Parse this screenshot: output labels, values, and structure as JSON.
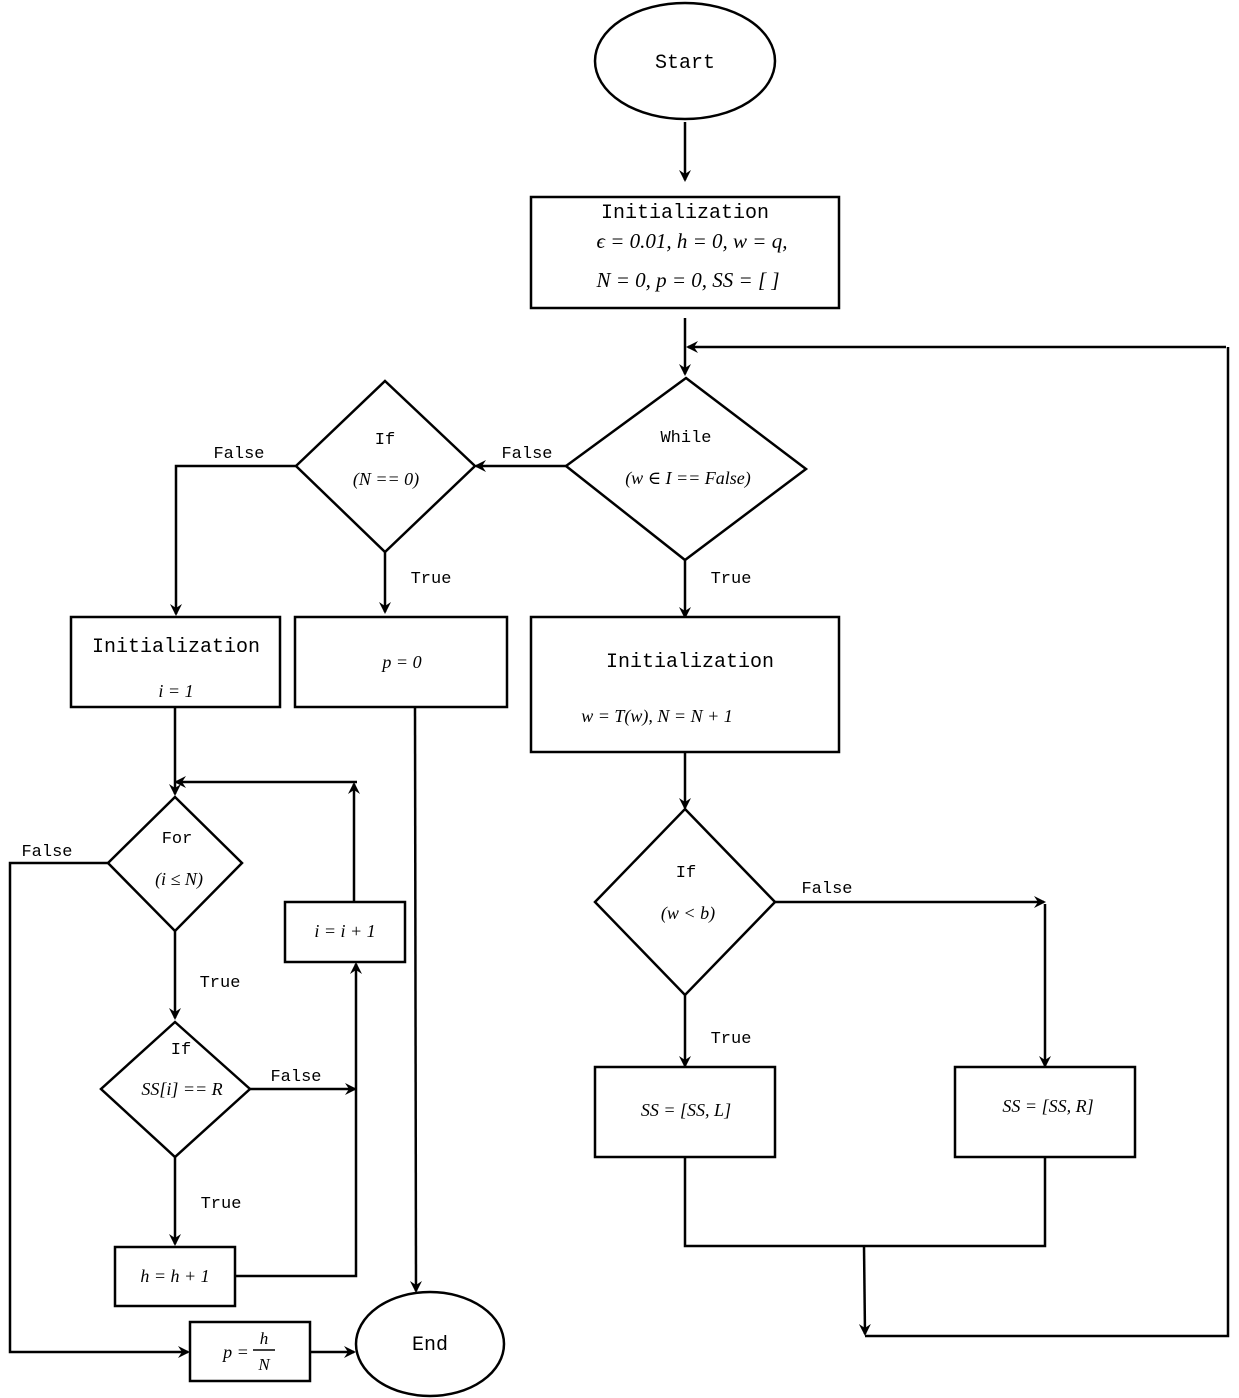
{
  "nodes": {
    "start": "Start",
    "init1_title": "Initialization",
    "init1_line1": "ϵ = 0.01, h = 0, w = q,",
    "init1_line2": "N = 0, p = 0, SS = [  ]",
    "while_label": "While",
    "while_cond": "(w ∈ I == False)",
    "if_n_label": "If",
    "if_n_cond": "(N == 0)",
    "init_i_title": "Initialization",
    "init_i_expr": "i = 1",
    "p_zero": "p = 0",
    "init_w_title": "Initialization",
    "init_w_expr": "w = T(w), N = N + 1",
    "for_label": "For",
    "for_cond": "(i ≤ N)",
    "i_inc": "i = i + 1",
    "if_ss_label": "If",
    "if_ss_cond": "SS[i] == R",
    "h_inc": "h = h + 1",
    "p_num": "h",
    "p_lhs": "p =",
    "p_den": "N",
    "end": "End",
    "if_wb_label": "If",
    "if_wb_cond": "(w < b)",
    "ss_l": "SS = [SS, L]",
    "ss_r": "SS = [SS, R]"
  },
  "edges": {
    "while_false": "False",
    "while_true": "True",
    "if_n_false": "False",
    "if_n_true": "True",
    "for_false": "False",
    "for_true": "True",
    "if_ss_false": "False",
    "if_ss_true": "True",
    "if_wb_false": "False",
    "if_wb_true": "True"
  }
}
